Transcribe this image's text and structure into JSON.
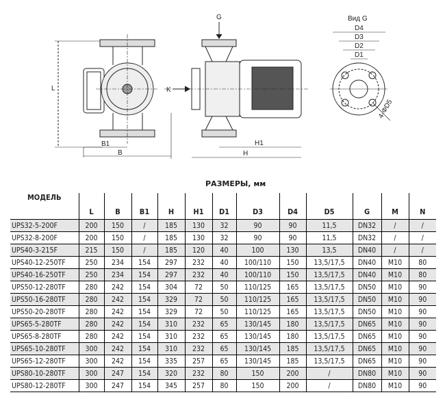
{
  "drawing_labels": {
    "L": "L",
    "B1": "B1",
    "B": "B",
    "G": "G",
    "K": "K",
    "H1": "H1",
    "H": "H",
    "view": "Вид G",
    "D4": "D4",
    "D3": "D3",
    "D2": "D2",
    "D1": "D1",
    "holes": "4-ΦD5"
  },
  "caption": "РАЗМЕРЫ, мм",
  "columns": [
    "МОДЕЛЬ",
    "L",
    "B",
    "B1",
    "H",
    "H1",
    "D1",
    "D3",
    "D4",
    "D5",
    "G",
    "M",
    "N"
  ],
  "rows": [
    [
      "UPS32-5-200F",
      "200",
      "150",
      "/",
      "185",
      "130",
      "32",
      "90",
      "90",
      "11,5",
      "DN32",
      "/",
      "/"
    ],
    [
      "UPS32-8-200F",
      "200",
      "150",
      "/",
      "185",
      "130",
      "32",
      "90",
      "90",
      "11,5",
      "DN32",
      "/",
      "/"
    ],
    [
      "UPS40-3-215F",
      "215",
      "150",
      "/",
      "185",
      "120",
      "40",
      "100",
      "130",
      "13,5",
      "DN40",
      "/",
      "/"
    ],
    [
      "UPS40-12-250TF",
      "250",
      "234",
      "154",
      "297",
      "232",
      "40",
      "100/110",
      "150",
      "13,5/17,5",
      "DN40",
      "M10",
      "80"
    ],
    [
      "UPS40-16-250TF",
      "250",
      "234",
      "154",
      "297",
      "232",
      "40",
      "100/110",
      "150",
      "13,5/17,5",
      "DN40",
      "M10",
      "80"
    ],
    [
      "UPS50-12-280TF",
      "280",
      "242",
      "154",
      "304",
      "72",
      "50",
      "110/125",
      "165",
      "13,5/17,5",
      "DN50",
      "M10",
      "90"
    ],
    [
      "UPS50-16-280TF",
      "280",
      "242",
      "154",
      "329",
      "72",
      "50",
      "110/125",
      "165",
      "13,5/17,5",
      "DN50",
      "M10",
      "90"
    ],
    [
      "UPS50-20-280TF",
      "280",
      "242",
      "154",
      "329",
      "72",
      "50",
      "110/125",
      "165",
      "13,5/17,5",
      "DN50",
      "M10",
      "90"
    ],
    [
      "UPS65-5-280TF",
      "280",
      "242",
      "154",
      "310",
      "232",
      "65",
      "130/145",
      "180",
      "13,5/17,5",
      "DN65",
      "M10",
      "90"
    ],
    [
      "UPS65-8-280TF",
      "280",
      "242",
      "154",
      "310",
      "232",
      "65",
      "130/145",
      "180",
      "13,5/17,5",
      "DN65",
      "M10",
      "90"
    ],
    [
      "UPS65-10-280TF",
      "300",
      "242",
      "154",
      "310",
      "232",
      "65",
      "130/145",
      "185",
      "13,5/17,5",
      "DN65",
      "M10",
      "90"
    ],
    [
      "UPS65-12-280TF",
      "300",
      "242",
      "154",
      "335",
      "257",
      "65",
      "130/145",
      "185",
      "13,5/17,5",
      "DN65",
      "M10",
      "90"
    ],
    [
      "UPS80-10-280TF",
      "300",
      "247",
      "154",
      "320",
      "232",
      "80",
      "150",
      "200",
      "/",
      "DN80",
      "M10",
      "90"
    ],
    [
      "UPS80-12-280TF",
      "300",
      "247",
      "154",
      "345",
      "257",
      "80",
      "150",
      "200",
      "/",
      "DN80",
      "M10",
      "90"
    ]
  ]
}
